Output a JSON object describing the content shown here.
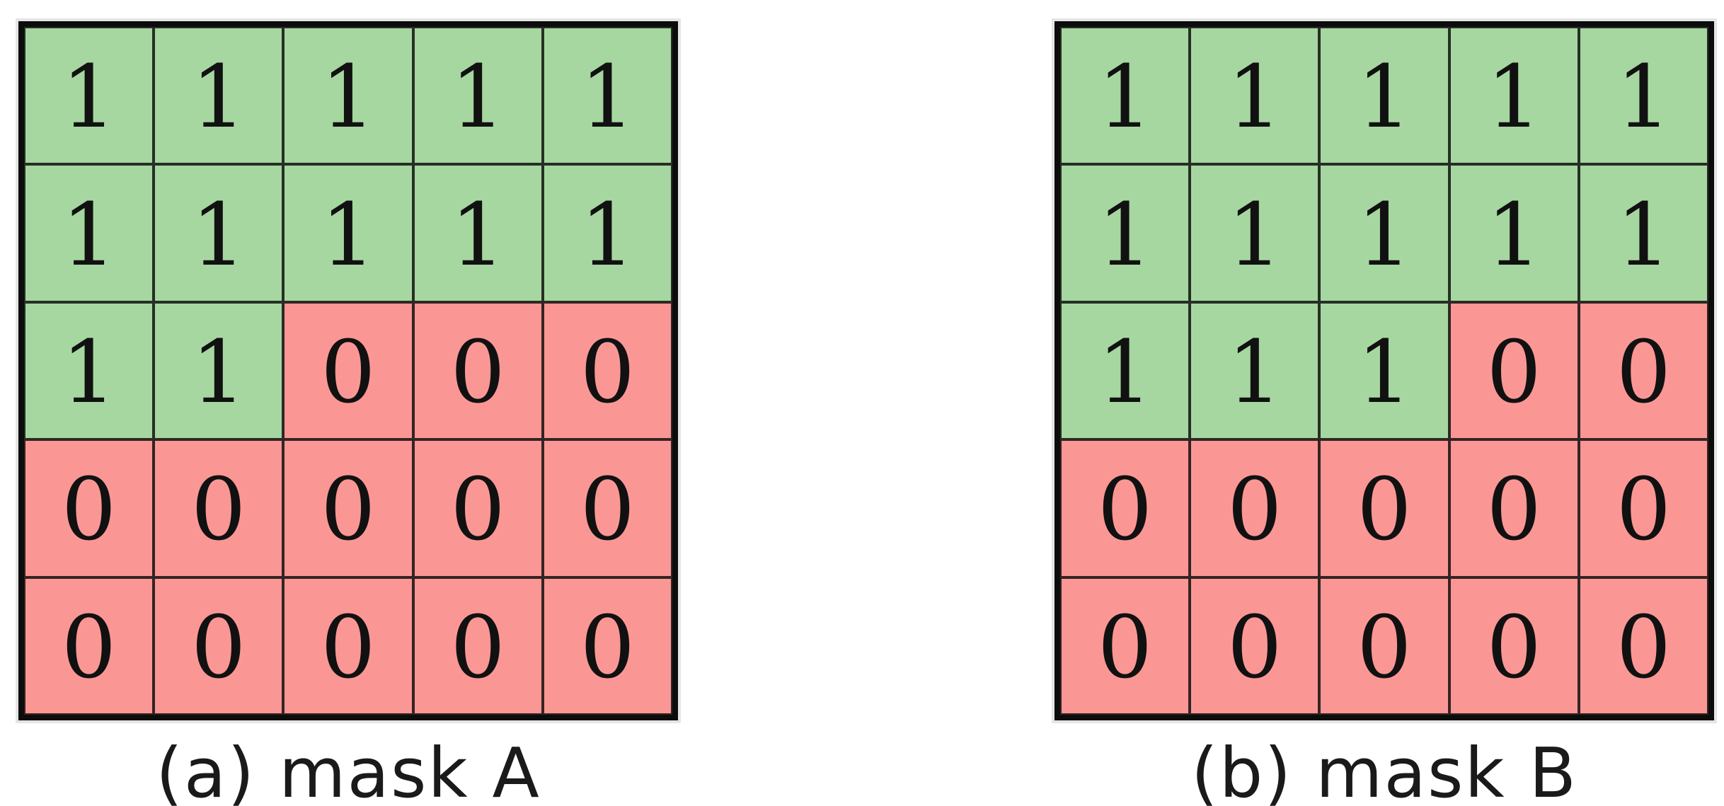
{
  "figure": {
    "description": "Two 5x5 binary mask grids",
    "colors": {
      "one_cell": "#a6d7a0",
      "zero_cell": "#fa9795",
      "grid_line": "#0c0c0c",
      "digit_text": "#111111",
      "caption_text": "#1a1a1a",
      "background": "#ffffff"
    },
    "panels": [
      {
        "id": "a",
        "caption": "(a) mask A",
        "grid": [
          [
            1,
            1,
            1,
            1,
            1
          ],
          [
            1,
            1,
            1,
            1,
            1
          ],
          [
            1,
            1,
            0,
            0,
            0
          ],
          [
            0,
            0,
            0,
            0,
            0
          ],
          [
            0,
            0,
            0,
            0,
            0
          ]
        ]
      },
      {
        "id": "b",
        "caption": "(b) mask B",
        "grid": [
          [
            1,
            1,
            1,
            1,
            1
          ],
          [
            1,
            1,
            1,
            1,
            1
          ],
          [
            1,
            1,
            1,
            0,
            0
          ],
          [
            0,
            0,
            0,
            0,
            0
          ],
          [
            0,
            0,
            0,
            0,
            0
          ]
        ]
      }
    ]
  }
}
